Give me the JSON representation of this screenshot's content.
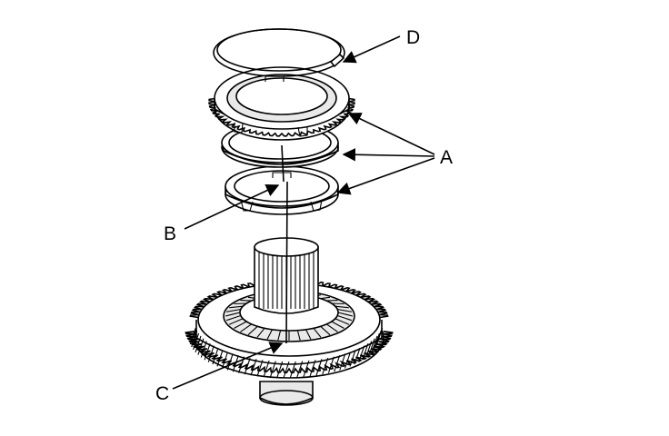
{
  "labels": {
    "a": "A",
    "b": "B",
    "c": "C",
    "d": "D"
  },
  "colors": {
    "line": "#000000",
    "background": "#ffffff",
    "shade": "#e9e9e9"
  }
}
